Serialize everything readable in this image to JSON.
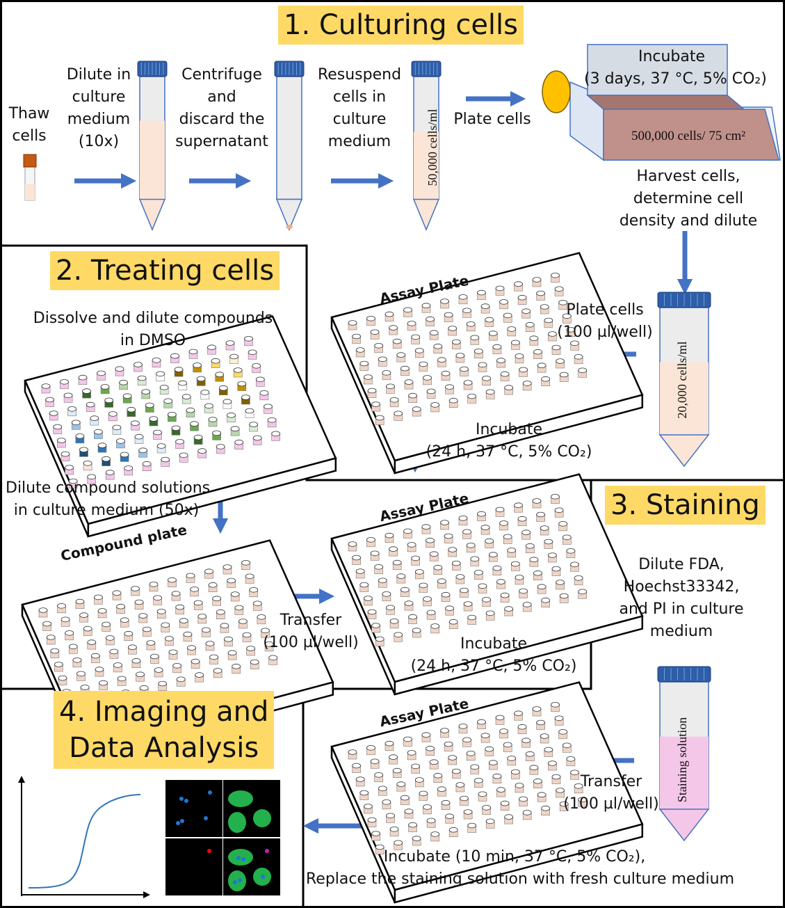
{
  "sections": {
    "s1": {
      "title": "1. Culturing cells",
      "steps": {
        "thaw": [
          "Thaw",
          "cells"
        ],
        "dilute": [
          "Dilute in",
          "culture",
          "medium",
          "(10x)"
        ],
        "centrifuge": [
          "Centrifuge",
          "and",
          "discard the",
          "supernatant"
        ],
        "resuspend": [
          "Resuspend",
          "cells in",
          "culture",
          "medium"
        ],
        "plate": "Plate cells",
        "incubate_title": "Incubate",
        "incubate_params": "(3 days, 37 °C, 5% CO₂)",
        "flask_label": "500,000 cells/ 75 cm²",
        "harvest": [
          "Harvest cells,",
          "determine cell",
          "density and dilute"
        ],
        "tube_label": "50,000 cells/ml"
      }
    },
    "s2": {
      "title": "2. Treating cells",
      "dissolve": [
        "Dissolve and dilute compounds",
        "in DMSO"
      ],
      "dilute": [
        "Dilute compound solutions",
        "in culture medium (50x)"
      ],
      "compound_plate": "Compound plate",
      "assay_plate_top": "Assay Plate",
      "plate_cells": [
        "Plate cells",
        "(100 µl/well)"
      ],
      "tube_label": "20,000 cells/ml",
      "incubate1": [
        "Incubate",
        "(24 h, 37 °C, 5% CO₂)"
      ],
      "assay_plate_mid": "Assay Plate",
      "transfer": [
        "Transfer",
        "(100 µl/well)"
      ],
      "incubate2": [
        "Incubate",
        "(24 h, 37 °C, 5% CO₂)"
      ]
    },
    "s3": {
      "title": "3. Staining",
      "dilute": [
        "Dilute FDA,",
        "Hoechst33342,",
        "and PI in culture",
        "medium"
      ],
      "tube_label": "Staining solution",
      "assay_plate": "Assay Plate",
      "transfer": [
        "Transfer",
        "(100 µl/well)"
      ],
      "incubate": [
        "Incubate (10 min, 37 °C, 5% CO₂),",
        "Replace the staining solution with fresh culture medium"
      ]
    },
    "s4": {
      "title": [
        "4. Imaging and",
        "Data Analysis"
      ]
    }
  },
  "colors": {
    "title_bg": "#ffd966",
    "arrow": "#4472c4",
    "cap_blue": "#2e5ea8",
    "medium_peach": "#fbe5d6",
    "stain_pink": "#f4c7e8",
    "flask_medium": "#c0918a",
    "flask_cap": "#ffc000"
  },
  "compound_palette": [
    "#f4c7e8",
    "#376a2a",
    "#6aa84f",
    "#b6d7a8",
    "#d9ead3",
    "#ffffff",
    "#7f6000",
    "#bf9000",
    "#ffd966",
    "#fff2cc",
    "#8b3a0f",
    "#c55a11",
    "#f4b183",
    "#fbe5d6",
    "#1f4e79",
    "#2e75b6",
    "#9dc3e6",
    "#deebf7"
  ]
}
